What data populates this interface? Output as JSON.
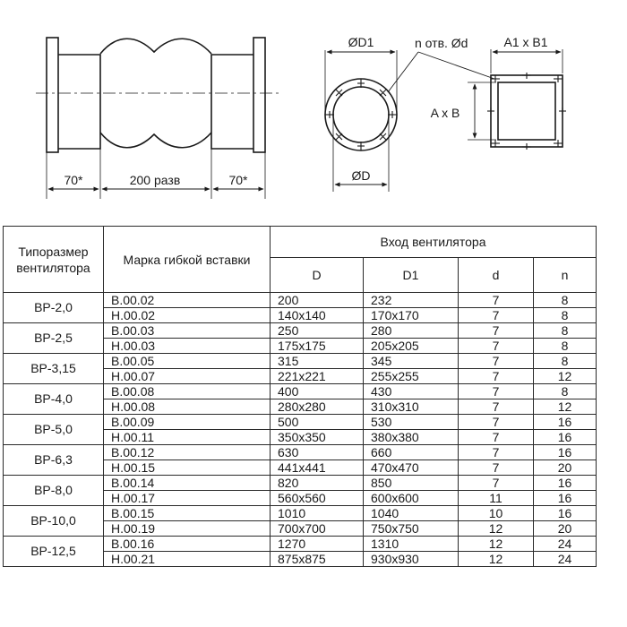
{
  "drawing": {
    "side_view": {
      "left_flange_dim": "70*",
      "center_dim": "200 разв",
      "right_flange_dim": "70*"
    },
    "round_flange": {
      "outer_diameter_label": "ØD1",
      "inner_diameter_label": "ØD",
      "holes_label": "n отв. Ød"
    },
    "square_flange": {
      "outer_size_label": "A1 x B1",
      "inner_size_label": "A x B"
    }
  },
  "table": {
    "header": {
      "model": "Типоразмер вентилятора",
      "mark": "Марка гибкой вставки",
      "fan_inlet": "Вход вентилятора",
      "D": "D",
      "D1": "D1",
      "d": "d",
      "n": "n"
    },
    "groups": [
      {
        "model": "ВР-2,0",
        "rows": [
          {
            "mark": "В.00.02",
            "D": "200",
            "D1": "232",
            "d": "7",
            "n": "8"
          },
          {
            "mark": "Н.00.02",
            "D": "140x140",
            "D1": "170x170",
            "d": "7",
            "n": "8"
          }
        ]
      },
      {
        "model": "ВР-2,5",
        "rows": [
          {
            "mark": "В.00.03",
            "D": "250",
            "D1": "280",
            "d": "7",
            "n": "8"
          },
          {
            "mark": "Н.00.03",
            "D": "175x175",
            "D1": "205x205",
            "d": "7",
            "n": "8"
          }
        ]
      },
      {
        "model": "ВР-3,15",
        "rows": [
          {
            "mark": "В.00.05",
            "D": "315",
            "D1": "345",
            "d": "7",
            "n": "8"
          },
          {
            "mark": "Н.00.07",
            "D": "221x221",
            "D1": "255x255",
            "d": "7",
            "n": "12"
          }
        ]
      },
      {
        "model": "ВР-4,0",
        "rows": [
          {
            "mark": "В.00.08",
            "D": "400",
            "D1": "430",
            "d": "7",
            "n": "8"
          },
          {
            "mark": "Н.00.08",
            "D": "280x280",
            "D1": "310x310",
            "d": "7",
            "n": "12"
          }
        ]
      },
      {
        "model": "ВР-5,0",
        "rows": [
          {
            "mark": "В.00.09",
            "D": "500",
            "D1": "530",
            "d": "7",
            "n": "16"
          },
          {
            "mark": "Н.00.11",
            "D": "350x350",
            "D1": "380x380",
            "d": "7",
            "n": "16"
          }
        ]
      },
      {
        "model": "ВР-6,3",
        "rows": [
          {
            "mark": "В.00.12",
            "D": "630",
            "D1": "660",
            "d": "7",
            "n": "16"
          },
          {
            "mark": "Н.00.15",
            "D": "441x441",
            "D1": "470x470",
            "d": "7",
            "n": "20"
          }
        ]
      },
      {
        "model": "ВР-8,0",
        "rows": [
          {
            "mark": "В.00.14",
            "D": "820",
            "D1": "850",
            "d": "7",
            "n": "16"
          },
          {
            "mark": "Н.00.17",
            "D": "560x560",
            "D1": "600x600",
            "d": "11",
            "n": "16"
          }
        ]
      },
      {
        "model": "ВР-10,0",
        "rows": [
          {
            "mark": "В.00.15",
            "D": "1010",
            "D1": "1040",
            "d": "10",
            "n": "16"
          },
          {
            "mark": "Н.00.19",
            "D": "700x700",
            "D1": "750x750",
            "d": "12",
            "n": "20"
          }
        ]
      },
      {
        "model": "ВР-12,5",
        "rows": [
          {
            "mark": "В.00.16",
            "D": "1270",
            "D1": "1310",
            "d": "12",
            "n": "24"
          },
          {
            "mark": "Н.00.21",
            "D": "875x875",
            "D1": "930x930",
            "d": "12",
            "n": "24"
          }
        ]
      }
    ]
  }
}
